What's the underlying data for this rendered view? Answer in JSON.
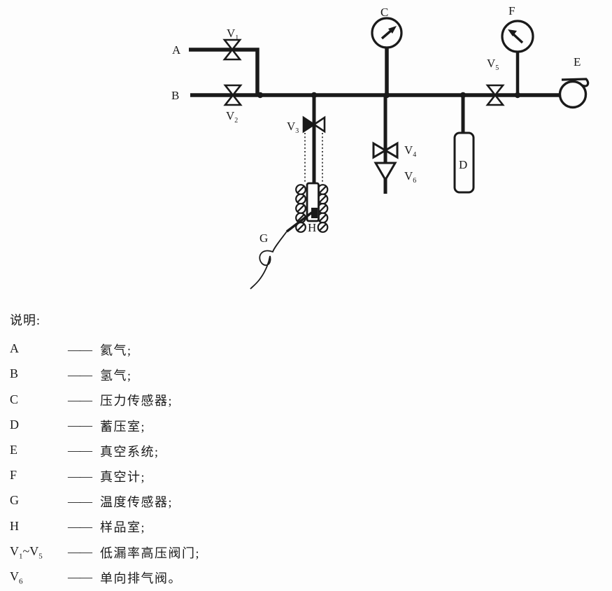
{
  "canvas": {
    "bg": "#fdfdfd",
    "ink": "#1a1a1a"
  },
  "diagram": {
    "component_labels": {
      "A": "A",
      "B": "B",
      "C": "C",
      "D": "D",
      "E": "E",
      "F": "F",
      "G": "G",
      "H": "H"
    },
    "valves": {
      "v1": {
        "base": "V",
        "sub": "1"
      },
      "v2": {
        "base": "V",
        "sub": "2"
      },
      "v3": {
        "base": "V",
        "sub": "3"
      },
      "v4": {
        "base": "V",
        "sub": "4"
      },
      "v5": {
        "base": "V",
        "sub": "5"
      },
      "v6": {
        "base": "V",
        "sub": "6"
      }
    }
  },
  "legend": {
    "title": "说明:",
    "rows": [
      {
        "key": {
          "pre": "A"
        },
        "dash": "——",
        "desc": "氦气;"
      },
      {
        "key": {
          "pre": "B"
        },
        "dash": "——",
        "desc": "氢气;"
      },
      {
        "key": {
          "pre": "C"
        },
        "dash": "——",
        "desc": "压力传感器;"
      },
      {
        "key": {
          "pre": "D"
        },
        "dash": "——",
        "desc": "蓄压室;"
      },
      {
        "key": {
          "pre": "E"
        },
        "dash": "——",
        "desc": "真空系统;"
      },
      {
        "key": {
          "pre": "F"
        },
        "dash": "——",
        "desc": "真空计;"
      },
      {
        "key": {
          "pre": "G"
        },
        "dash": "——",
        "desc": "温度传感器;"
      },
      {
        "key": {
          "pre": "H"
        },
        "dash": "——",
        "desc": "样品室;"
      },
      {
        "key": {
          "pre": "V",
          "presub": "1",
          "tilde": "~",
          "post": "V",
          "postsub": "5"
        },
        "dash": "——",
        "desc": "低漏率高压阀门;"
      },
      {
        "key": {
          "pre": "V",
          "presub": "6"
        },
        "dash": "——",
        "desc": "单向排气阀。"
      }
    ]
  }
}
